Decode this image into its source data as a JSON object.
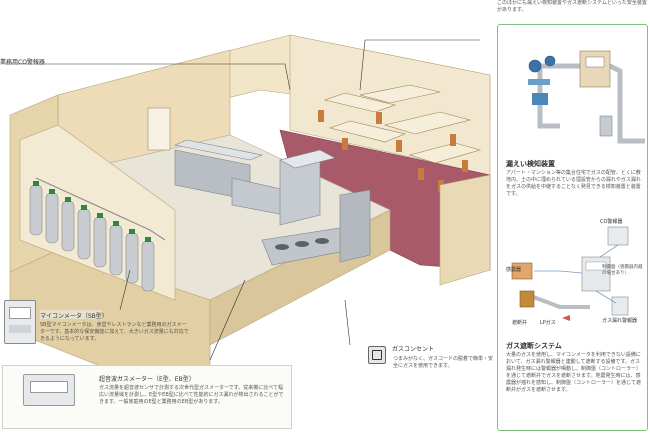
{
  "top_note": "このほかにも漏えい検知装置やガス遮断システムといった安全装置があります。",
  "labels": {
    "co_alarm": "業務用CO警報器",
    "micom_meter_title": "マイコンメータ（SB型）",
    "micom_meter_desc": "SB型マイコンメータは、食堂やレストランなど業務用のガスメーターです。基本的な保安機能に加えて、大きいガス流量にも対応できるようになっています。",
    "ultrasonic_title": "超音波ガスメーター（E型、EB型）",
    "ultrasonic_desc": "ガス流量を超音波センサで計測する次世代型ガスメーターです。従来機に比べて幅広い流量域を計測し、E型やEB型に比べて性能的にガス漏れが検出されることができます。一般家庭用のE型と業務用のEB型があります。",
    "gas_outlet_title": "ガスコンセント",
    "gas_outlet_desc": "つまみがなく、ガスコードの脱着で簡単・安全にガスを使用できます。"
  },
  "right_panel": {
    "leak_title": "漏えい検知装置",
    "leak_desc": "アパート・マンション等の集合住宅でガスの配管、とくに敷地内、土の中に埋められている埋設管からの漏れやガス漏れをガスの供給を中継することなく発見できる検知装置と装置です。",
    "shutoff_title": "ガス遮断システム",
    "shutoff_desc": "大量のガスを使用し、マイコンメータを利用できない設備において、ガス漏れ警報器と連動して遮断する設備です。ガス漏れ発生時には警報器が鳴動し、制御盤（コントローラー）を通じて遮断弁でガスを遮断させます。地震発生時には、感震器が揺れを感知し、制御盤（コントローラー）を通じて遮断弁がガスを遮断させます。",
    "components": {
      "co_alarm": "CO警報器",
      "sensor": "感震器",
      "controller": "制御盤（感震器内蔵の場合あり）",
      "valve": "遮断弁",
      "lp_gas": "LPガス",
      "leak_alarm": "ガス漏れ警報器"
    }
  },
  "colors": {
    "wall": "#e9d9b4",
    "wall_dark": "#cdb98d",
    "floor": "#e8e4d8",
    "carpet": "#a85a6a",
    "steel": "#b8bec4",
    "cylinder": "#c9ccd1",
    "green_border": "#7fc27a",
    "pipe": "#8d9296"
  },
  "icons": [
    "gas-cylinder-icon",
    "gas-meter-icon",
    "gas-outlet-icon",
    "shutoff-valve-icon"
  ]
}
